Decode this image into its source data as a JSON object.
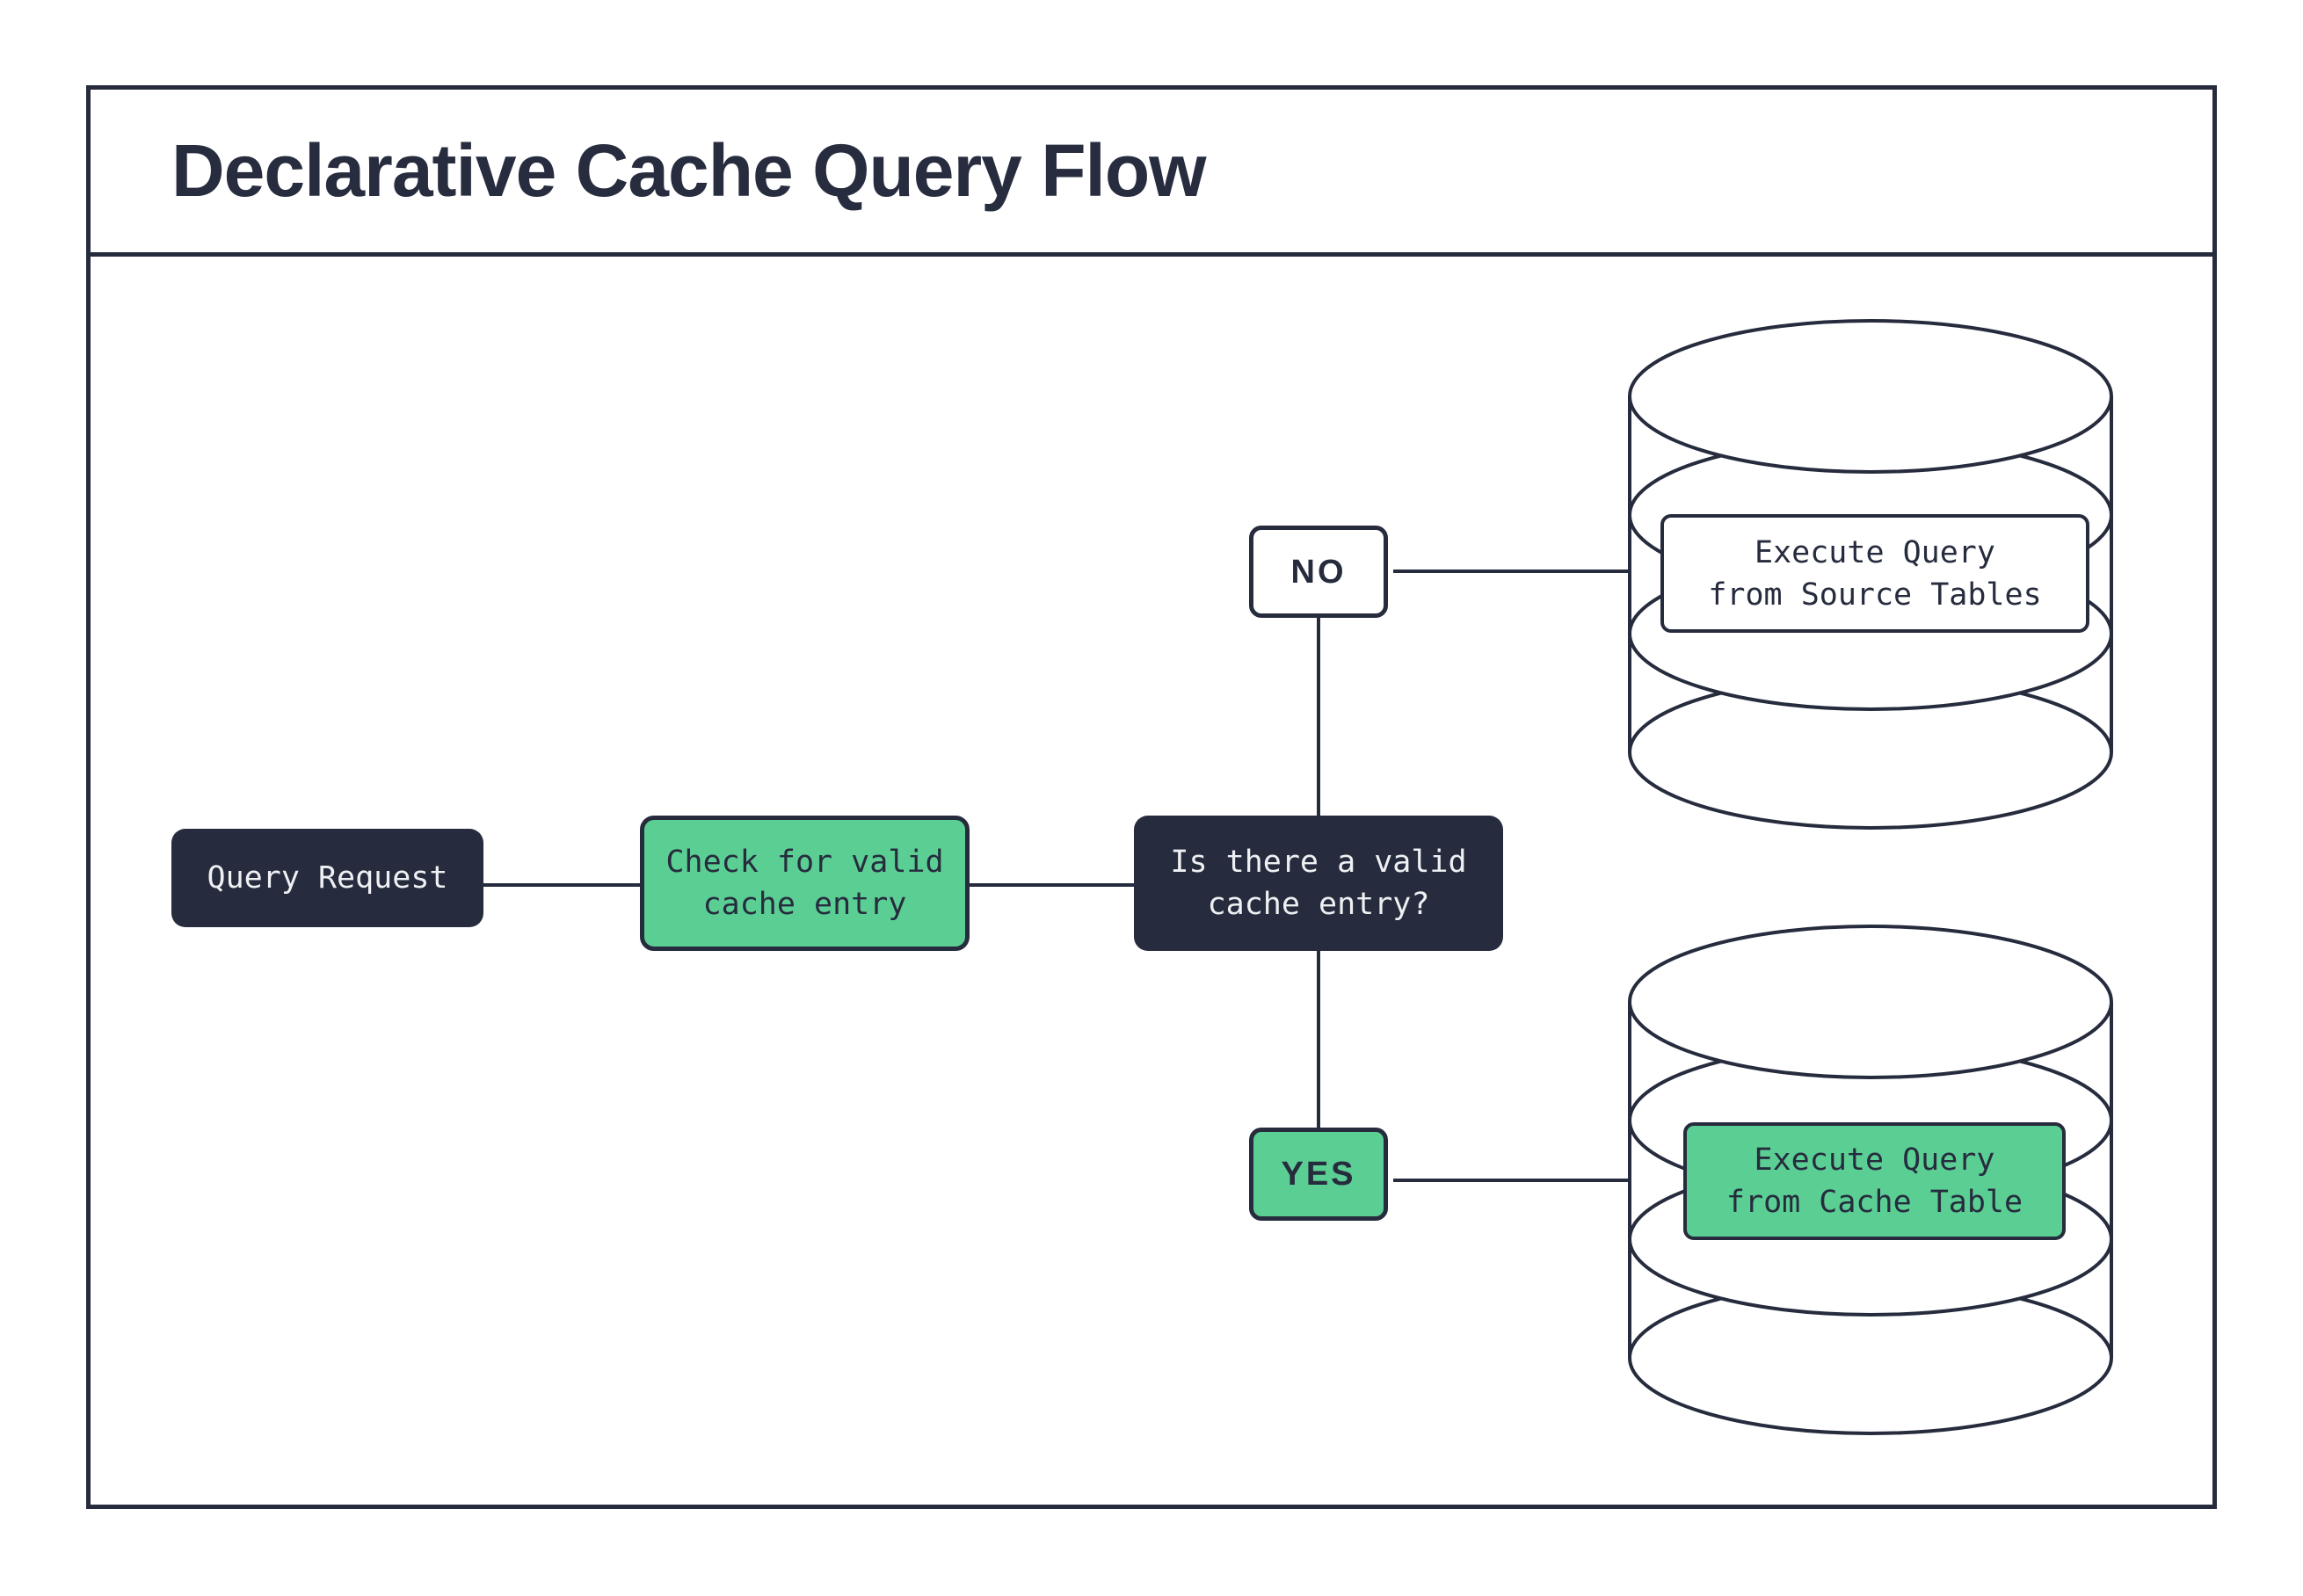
{
  "title": "Declarative Cache Query Flow",
  "diagram_type": "flowchart",
  "colors": {
    "ink": "#262C3D",
    "green": "#5BCE94",
    "paper": "#FFFFFF",
    "light_text": "#EEF0F3"
  },
  "nodes": {
    "query_request": {
      "label": "Query Request"
    },
    "check_cache": {
      "label": "Check for valid\ncache entry"
    },
    "decision": {
      "label": "Is there a valid\ncache entry?"
    },
    "no_branch": {
      "label": "NO"
    },
    "yes_branch": {
      "label": "YES"
    },
    "source_db": {
      "label": "Execute Query\nfrom Source Tables"
    },
    "cache_db": {
      "label": "Execute Query\nfrom Cache Table"
    }
  }
}
